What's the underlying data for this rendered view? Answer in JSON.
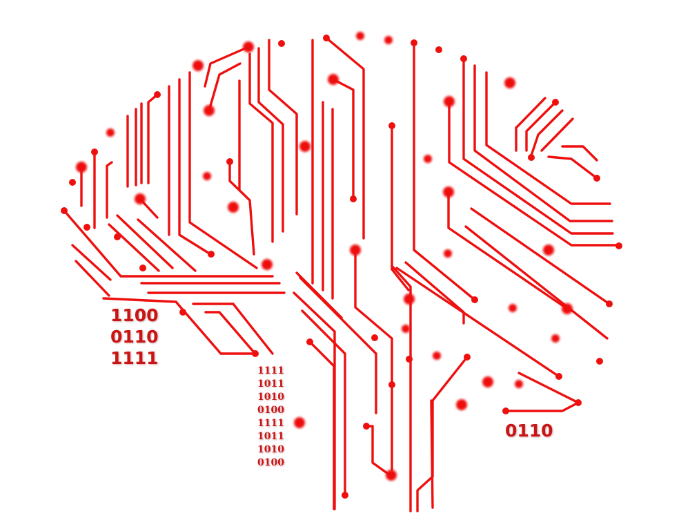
{
  "accent_color": "#ee0f0f",
  "text_color": "#c91515",
  "icon": "circuit-brain-icon",
  "binary_left": [
    "1100",
    "0110",
    "1111"
  ],
  "binary_middle": [
    "1111",
    "1011",
    "1010",
    "0100",
    "1111",
    "1011",
    "1010",
    "0100"
  ],
  "binary_right": [
    "0110"
  ]
}
